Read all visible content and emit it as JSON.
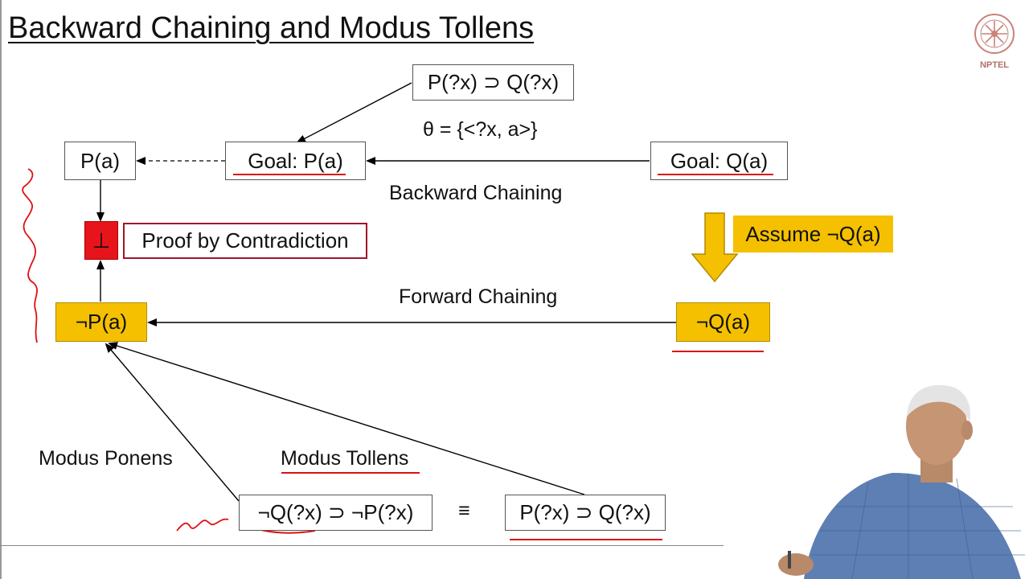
{
  "slide": {
    "title": "Backward Chaining and Modus Tollens",
    "logo_text": "NPTEL"
  },
  "nodes": {
    "rule_top": "P(?x) ⊃ Q(?x)",
    "theta": "θ = {<?x, a>}",
    "pa": "P(a)",
    "goal_pa": "Goal: P(a)",
    "goal_qa": "Goal: Q(a)",
    "backward_chaining": "Backward Chaining",
    "contradiction_symbol": "⊥",
    "proof_by_contradiction": "Proof by Contradiction",
    "assume": "Assume ¬Q(a)",
    "forward_chaining": "Forward Chaining",
    "not_pa": "¬P(a)",
    "not_qa": "¬Q(a)",
    "modus_ponens": "Modus Ponens",
    "modus_tollens": "Modus Tollens",
    "contrapositive": "¬Q(?x) ⊃ ¬P(?x)",
    "equiv": "≡",
    "rule_bottom": "P(?x) ⊃ Q(?x)"
  },
  "colors": {
    "highlight_yellow": "#f5c000",
    "contradiction_red": "#e8141b",
    "annotation_red": "#d11111"
  }
}
